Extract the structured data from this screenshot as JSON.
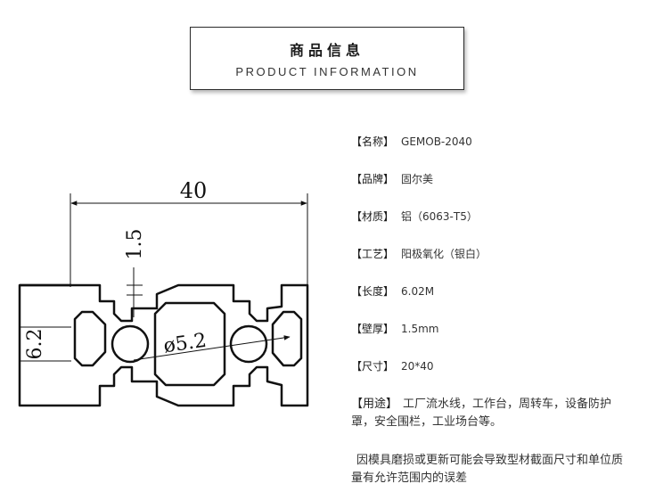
{
  "header": {
    "title": "商品信息",
    "subtitle": "PRODUCT INFORMATION"
  },
  "drawing": {
    "dim_width": "40",
    "dim_wall": "1.5",
    "dim_slot": "6.2",
    "dim_hole": "ø5.2"
  },
  "specs": [
    {
      "label": "【名称】",
      "value": "GEMOB-2040"
    },
    {
      "label": "【品牌】",
      "value": "固尔美"
    },
    {
      "label": "【材质】",
      "value": "铝（6063-T5）"
    },
    {
      "label": "【工艺】",
      "value": "阳极氧化（银白）"
    },
    {
      "label": "【长度】",
      "value": "6.02M"
    },
    {
      "label": "【壁厚】",
      "value": "1.5mm"
    },
    {
      "label": "【尺寸】",
      "value": "20*40"
    }
  ],
  "usage": {
    "label": "【用途】",
    "text": "工厂流水线，工作台，周转车，设备防护罩，安全围栏，工业场台等。"
  },
  "disclaimer": "因模具磨损或更新可能会导致型材截面尺寸和单位质量有允许范围内的误差"
}
